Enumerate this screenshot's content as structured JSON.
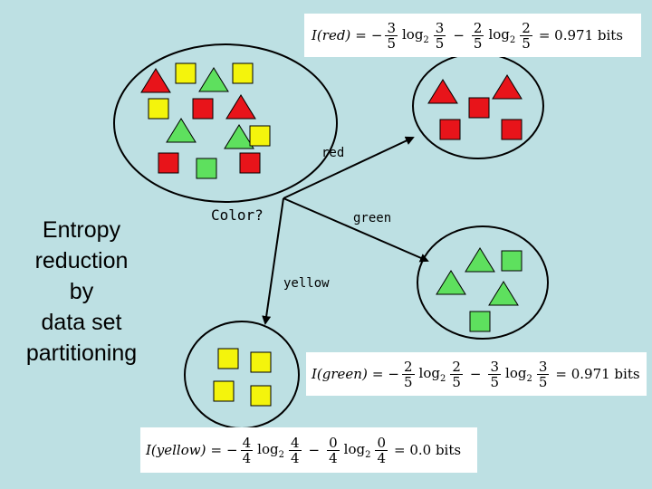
{
  "title_lines": [
    "Entropy",
    "reduction",
    "by",
    "data set",
    "partitioning"
  ],
  "root_label": "Color?",
  "branches": {
    "red": "red",
    "green": "green",
    "yellow": "yellow"
  },
  "formulas": {
    "red": {
      "lhs": "I(red)",
      "eq": "=",
      "t1": {
        "sign": "−",
        "num": "3",
        "den": "5",
        "log_base": "2",
        "lnum": "3",
        "lden": "5"
      },
      "t2": {
        "sign": "−",
        "num": "2",
        "den": "5",
        "log_base": "2",
        "lnum": "2",
        "lden": "5"
      },
      "result": "= 0.971 bits"
    },
    "green": {
      "lhs": "I(green)",
      "eq": "=",
      "t1": {
        "sign": "−",
        "num": "2",
        "den": "5",
        "log_base": "2",
        "lnum": "2",
        "lden": "5"
      },
      "t2": {
        "sign": "−",
        "num": "3",
        "den": "5",
        "log_base": "2",
        "lnum": "3",
        "lden": "5"
      },
      "result": "= 0.971 bits"
    },
    "yellow": {
      "lhs": "I(yellow)",
      "eq": "=",
      "t1": {
        "sign": "−",
        "num": "4",
        "den": "4",
        "log_base": "2",
        "lnum": "4",
        "lden": "4"
      },
      "t2": {
        "sign": "−",
        "num": "0",
        "den": "4",
        "log_base": "2",
        "lnum": "0",
        "lden": "4"
      },
      "result": "= 0.0 bits"
    }
  },
  "colors": {
    "background": "#bde0e3",
    "red": "#e8141a",
    "green": "#5ee05e",
    "yellow": "#f4f40c",
    "outline": "#000000"
  }
}
